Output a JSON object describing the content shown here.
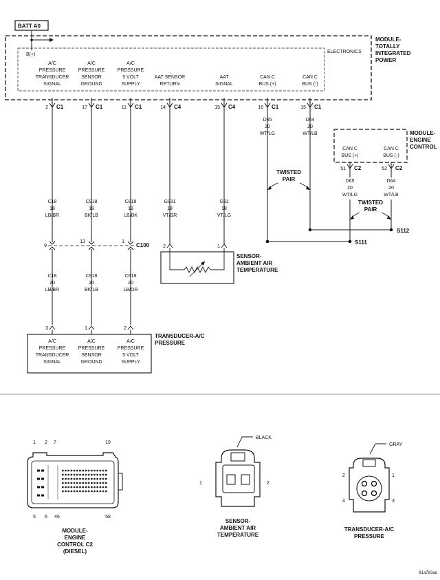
{
  "batt_label": "BATT A0",
  "tipm": {
    "title_lines": [
      "MODULE-",
      "TOTALLY",
      "INTEGRATED",
      "POWER"
    ],
    "electronics": "ELECTRONICS",
    "bplus": "B(+)",
    "pins": [
      {
        "lines": [
          "A/C",
          "PRESSURE",
          "TRANSDUCER",
          "SIGNAL"
        ],
        "pin": "2",
        "conn": "C1"
      },
      {
        "lines": [
          "A/C",
          "PRESSURE",
          "SENSOR",
          "GROUND"
        ],
        "pin": "17",
        "conn": "C1"
      },
      {
        "lines": [
          "A/C",
          "PRESSURE",
          "5 VOLT",
          "SUPPLY"
        ],
        "pin": "11",
        "conn": "C1"
      },
      {
        "lines": [
          "AAT SENSOR",
          "RETURN"
        ],
        "pin": "14",
        "conn": "C4"
      },
      {
        "lines": [
          "AAT",
          "SIGNAL"
        ],
        "pin": "15",
        "conn": "C4"
      },
      {
        "lines": [
          "CAN C",
          "BUS (+)"
        ],
        "pin": "16",
        "conn": "C1"
      },
      {
        "lines": [
          "CAN C",
          "BUS (-)"
        ],
        "pin": "15",
        "conn": "C1"
      }
    ]
  },
  "wires_upper": [
    {
      "lines": [
        "C18",
        "18",
        "LB/BR"
      ]
    },
    {
      "lines": [
        "C918",
        "18",
        "BK/LB"
      ]
    },
    {
      "lines": [
        "C818",
        "18",
        "LB/BK"
      ]
    },
    {
      "lines": [
        "G931",
        "18",
        "VT/BR"
      ]
    },
    {
      "lines": [
        "G31",
        "18",
        "VT/LG"
      ]
    },
    {
      "lines": [
        "D65",
        "20",
        "WT/LG"
      ]
    },
    {
      "lines": [
        "D64",
        "20",
        "WT/LB"
      ]
    }
  ],
  "ecm": {
    "title_lines": [
      "MODULE-",
      "ENGINE",
      "CONTROL"
    ],
    "pins": [
      {
        "lines": [
          "CAN C",
          "BUS (+)"
        ],
        "pin": "51",
        "conn": "C2",
        "wire": [
          "D65",
          "20",
          "WT/LG"
        ]
      },
      {
        "lines": [
          "CAN C",
          "BUS (-)"
        ],
        "pin": "52",
        "conn": "C2",
        "wire": [
          "D64",
          "20",
          "WT/LB"
        ]
      }
    ]
  },
  "twisted_pair": [
    "TWISTED",
    "PAIR"
  ],
  "splices": [
    "S111",
    "S112"
  ],
  "c100": {
    "label": "C100",
    "pins": [
      "9",
      "13",
      "1"
    ]
  },
  "wires_lower": [
    {
      "lines": [
        "C18",
        "20",
        "LB/BR"
      ]
    },
    {
      "lines": [
        "C918",
        "20",
        "BK/LB"
      ]
    },
    {
      "lines": [
        "C818",
        "20",
        "LB/OR"
      ]
    }
  ],
  "aat_sensor": {
    "title_lines": [
      "SENSOR-",
      "AMBIENT AIR",
      "TEMPERATURE"
    ],
    "pins": [
      "2",
      "1"
    ]
  },
  "transducer": {
    "title_lines": [
      "TRANSDUCER-A/C",
      "PRESSURE"
    ],
    "pins": [
      "3",
      "1",
      "2"
    ],
    "cells": [
      [
        "A/C",
        "PRESSURE",
        "TRANSDUCER",
        "SIGNAL"
      ],
      [
        "A/C",
        "PRESSURE",
        "SENSOR",
        "GROUND"
      ],
      [
        "A/C",
        "PRESSURE",
        "5 VOLT",
        "SUPPLY"
      ]
    ]
  },
  "connector_views": {
    "ecm_c2": {
      "caption_lines": [
        "MODULE-",
        "ENGINE",
        "CONTROL C2",
        "(DIESEL)"
      ],
      "top_pins": [
        "1",
        "2",
        "7",
        "19"
      ],
      "bottom_pins": [
        "5",
        "6",
        "46",
        "58"
      ]
    },
    "aat": {
      "color": "BLACK",
      "caption_lines": [
        "SENSOR-",
        "AMBIENT AIR",
        "TEMPERATURE"
      ],
      "pins": [
        "1",
        "2"
      ]
    },
    "transducer": {
      "color": "GRAY",
      "caption_lines": [
        "TRANSDUCER-A/C",
        "PRESSURE"
      ],
      "pins": [
        "2",
        "1",
        "4",
        "3"
      ]
    }
  },
  "figure_code": "81a783aa"
}
